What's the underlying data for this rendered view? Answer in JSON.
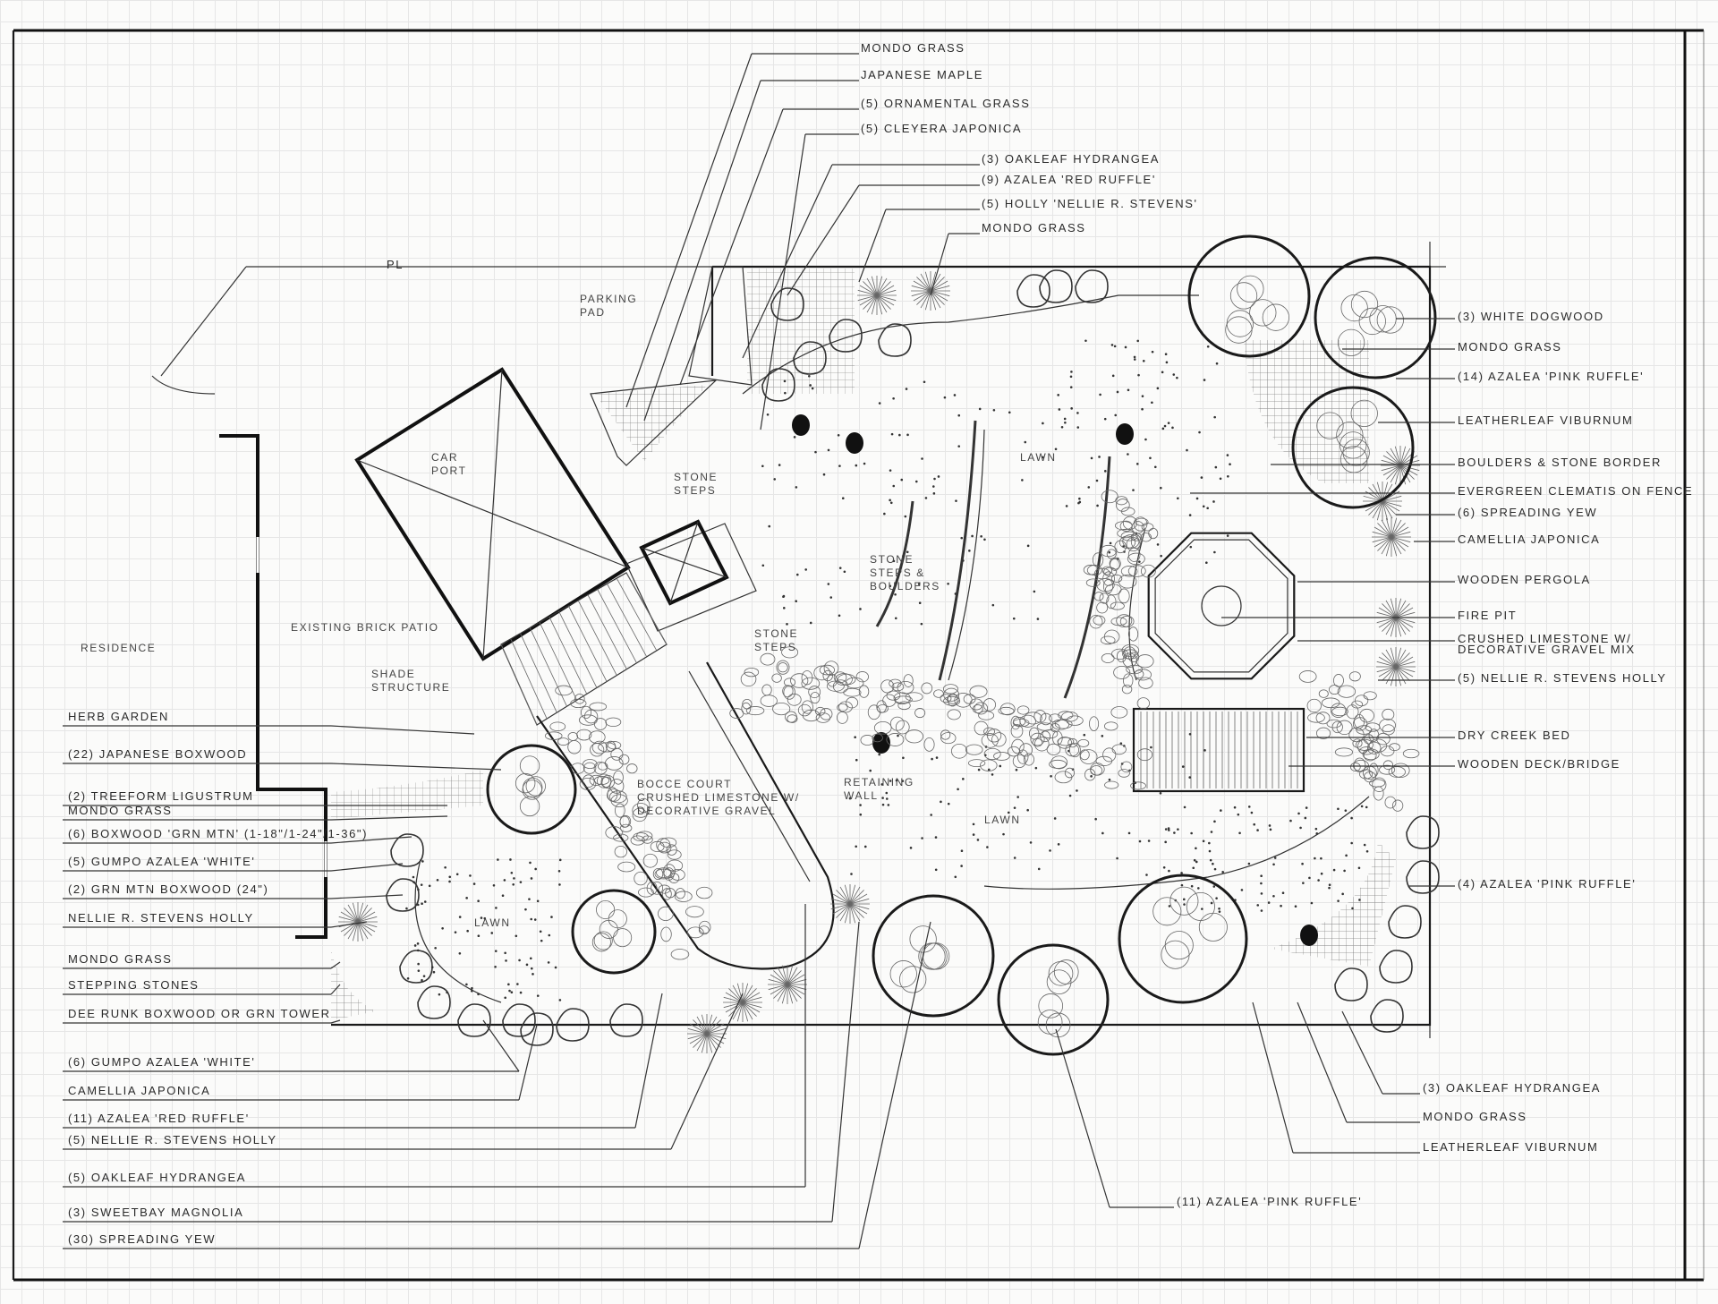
{
  "plan": {
    "property_line_mark": "PL",
    "areas": {
      "residence": "RESIDENCE",
      "parking_pad": [
        "PARKING",
        "PAD"
      ],
      "car_port": [
        "CAR",
        "PORT"
      ],
      "existing_patio": "EXISTING BRICK PATIO",
      "shade_structure": [
        "SHADE",
        "STRUCTURE"
      ],
      "stone_steps_upper": [
        "STONE",
        "STEPS"
      ],
      "stone_steps_lower": [
        "STONE",
        "STEPS"
      ],
      "stone_steps_boulders": [
        "STONE",
        "STEPS &",
        "BOULDERS"
      ],
      "retaining_wall": [
        "RETAINING",
        "WALL"
      ],
      "lawn_upper": "LAWN",
      "lawn_middle": "LAWN",
      "lawn_left": "LAWN",
      "bocce_court": [
        "BOCCE COURT",
        "CRUSHED LIMESTONE W/",
        "DECORATIVE GRAVEL"
      ]
    },
    "labels_top": [
      "MONDO GRASS",
      "JAPANESE MAPLE",
      "(5) ORNAMENTAL GRASS",
      "(5) CLEYERA JAPONICA",
      "(3) OAKLEAF HYDRANGEA",
      "(9) AZALEA 'RED RUFFLE'",
      "(5) HOLLY 'NELLIE R. STEVENS'",
      "MONDO GRASS"
    ],
    "labels_right": [
      "(3) WHITE DOGWOOD",
      "MONDO GRASS",
      "(14) AZALEA 'PINK RUFFLE'",
      "LEATHERLEAF VIBURNUM",
      "BOULDERS & STONE BORDER",
      "EVERGREEN CLEMATIS ON FENCE",
      "(6) SPREADING YEW",
      "CAMELLIA JAPONICA",
      "WOODEN PERGOLA",
      "FIRE PIT",
      "CRUSHED LIMESTONE W/",
      "DECORATIVE GRAVEL MIX",
      "(5) NELLIE R. STEVENS HOLLY",
      "DRY CREEK BED",
      "WOODEN DECK/BRIDGE",
      "(4) AZALEA 'PINK RUFFLE'"
    ],
    "labels_bottom_right": [
      "(3) OAKLEAF HYDRANGEA",
      "MONDO GRASS",
      "LEATHERLEAF VIBURNUM",
      "(11) AZALEA 'PINK RUFFLE'"
    ],
    "labels_left": [
      "HERB GARDEN",
      "(22) JAPANESE BOXWOOD",
      "(2) TREEFORM LIGUSTRUM",
      "MONDO GRASS",
      "(6) BOXWOOD 'GRN MTN' (1-18\"/1-24\"/1-36\")",
      "(5) GUMPO AZALEA 'WHITE'",
      "(2) GRN MTN BOXWOOD (24\")",
      "NELLIE R. STEVENS HOLLY",
      "MONDO GRASS",
      "STEPPING STONES",
      "DEE RUNK BOXWOOD OR GRN TOWER",
      "(6) GUMPO AZALEA 'WHITE'",
      "CAMELLIA JAPONICA",
      "(11) AZALEA 'RED RUFFLE'",
      "(5) NELLIE R. STEVENS HOLLY",
      "(5) OAKLEAF HYDRANGEA",
      "(3) SWEETBAY MAGNOLIA",
      "(30) SPREADING YEW"
    ]
  },
  "colors": {
    "ink": "#1a1a1a",
    "paper": "#fbfbfa",
    "grid": "#e6e6e6"
  }
}
